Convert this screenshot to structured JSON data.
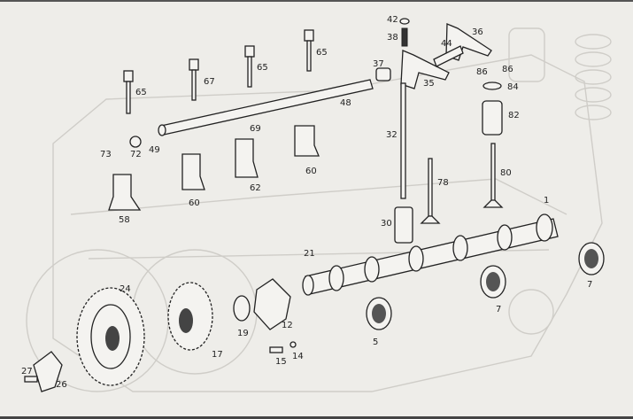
{
  "diagram": {
    "title": "Camshaft, valve train and timing gear exploded view",
    "part_labels": [
      "42",
      "38",
      "36",
      "44",
      "37",
      "35",
      "86",
      "86",
      "84",
      "82",
      "65",
      "65",
      "67",
      "65",
      "48",
      "32",
      "69",
      "73",
      "72",
      "49",
      "62",
      "60",
      "60",
      "80",
      "78",
      "58",
      "1",
      "30",
      "21",
      "24",
      "12",
      "19",
      "7",
      "7",
      "5",
      "17",
      "15",
      "14",
      "27",
      "26"
    ]
  }
}
